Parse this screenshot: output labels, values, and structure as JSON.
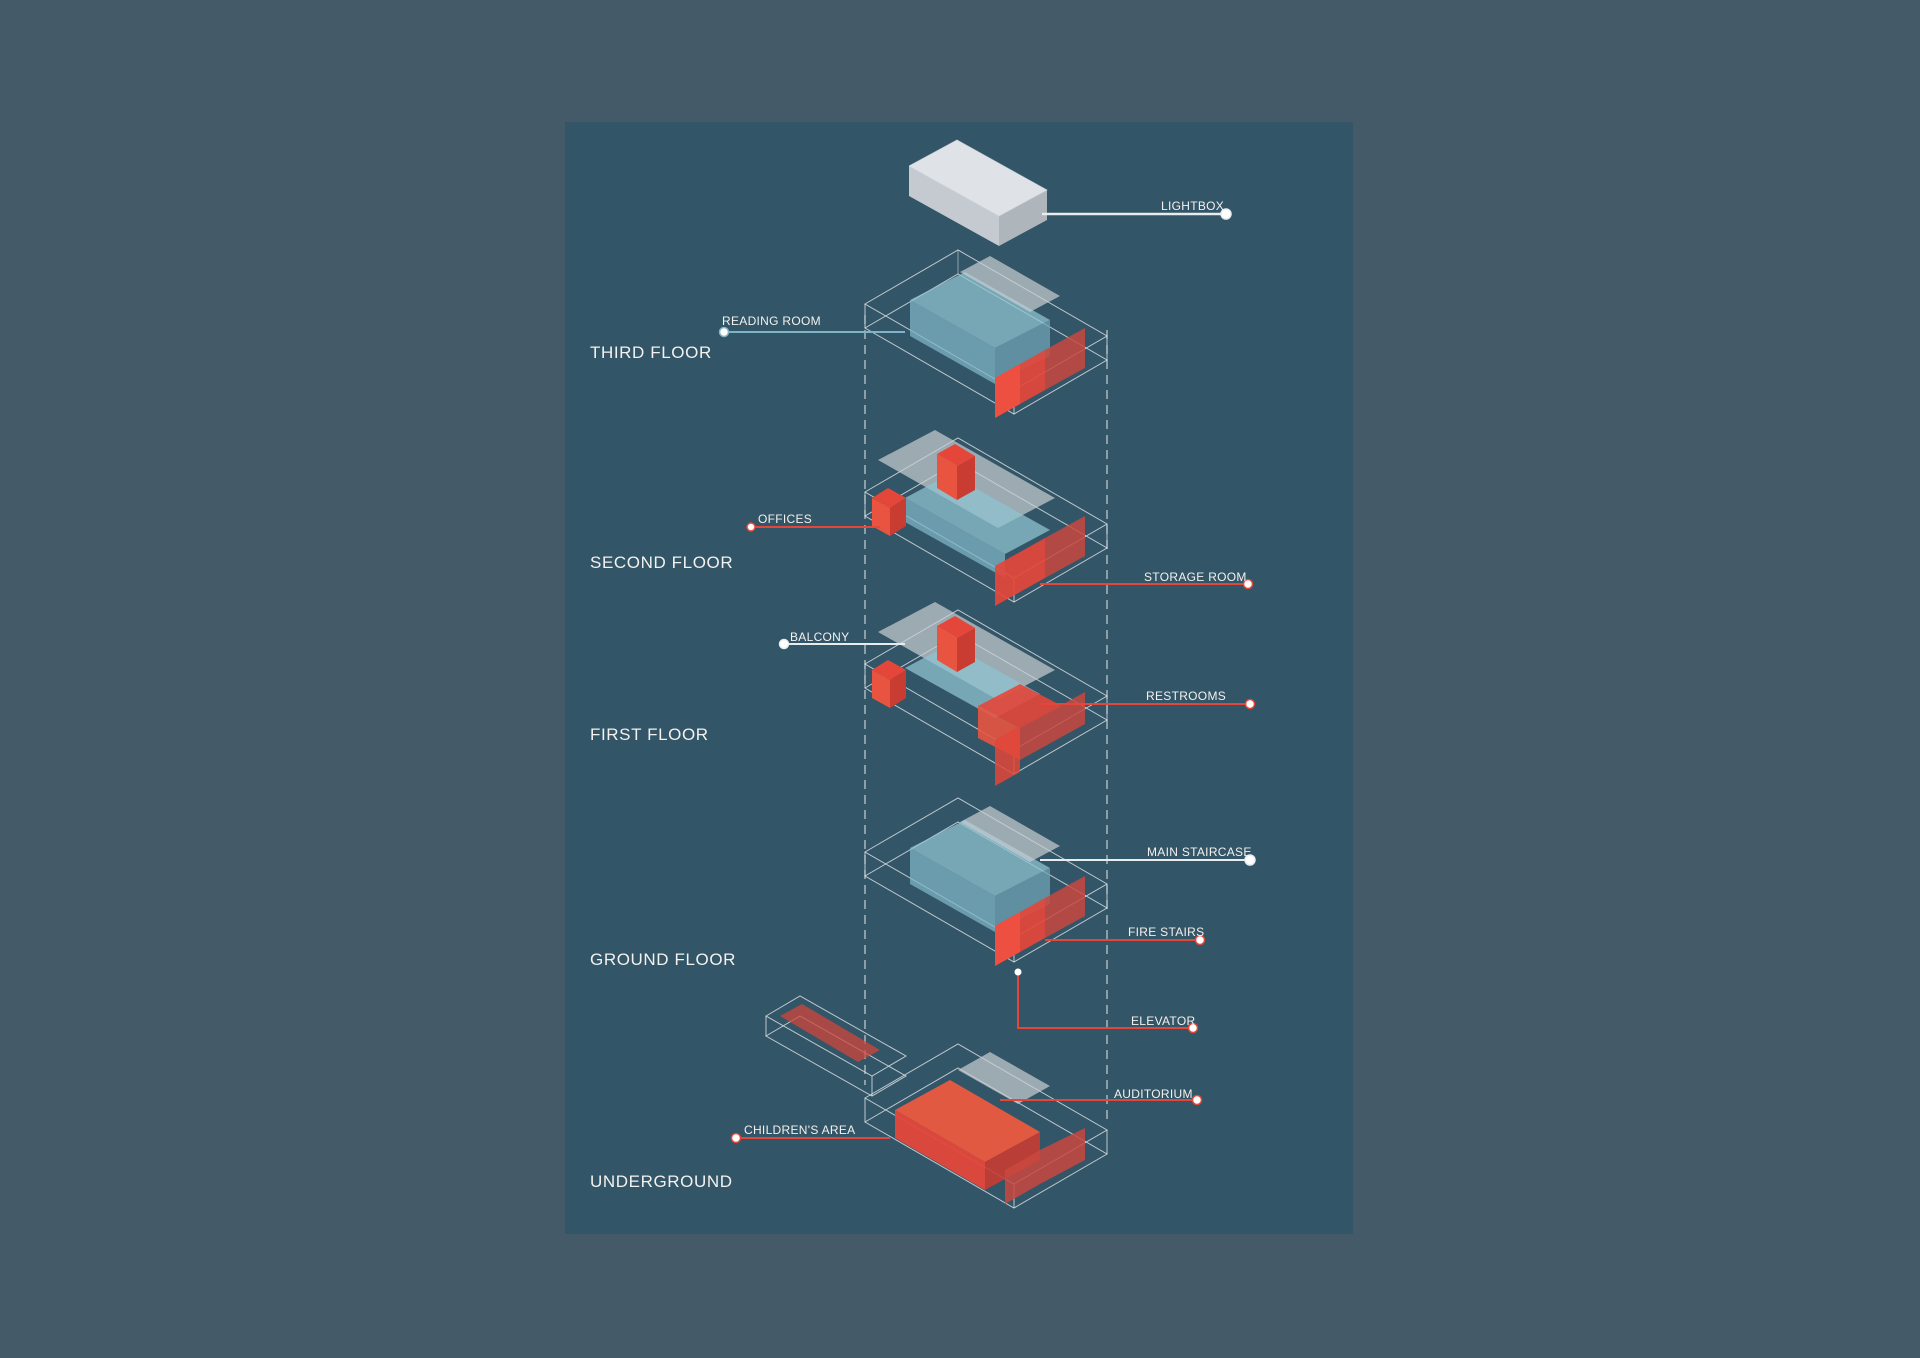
{
  "floors": {
    "third": "THIRD FLOOR",
    "second": "SECOND FLOOR",
    "first": "FIRST FLOOR",
    "ground": "GROUND FLOOR",
    "underground": "UNDERGROUND"
  },
  "callouts": {
    "lightbox": "LIGHTBOX",
    "reading_room": "READING ROOM",
    "offices": "OFFICES",
    "storage_room": "STORAGE ROOM",
    "balcony": "BALCONY",
    "restrooms": "RESTROOMS",
    "main_staircase": "MAIN STAIRCASE",
    "fire_stairs": "FIRE STAIRS",
    "elevator": "ELEVATOR",
    "auditorium": "AUDITORIUM",
    "childrens_area": "CHILDREN'S AREA"
  },
  "colors": {
    "background": "#455a68",
    "poster": "#325567",
    "red": "#e4473a",
    "blue": "#8fc3cf",
    "grey": "#c9ced3",
    "white_leader": "#e9ecee",
    "blue_leader": "#7fb4c4"
  }
}
